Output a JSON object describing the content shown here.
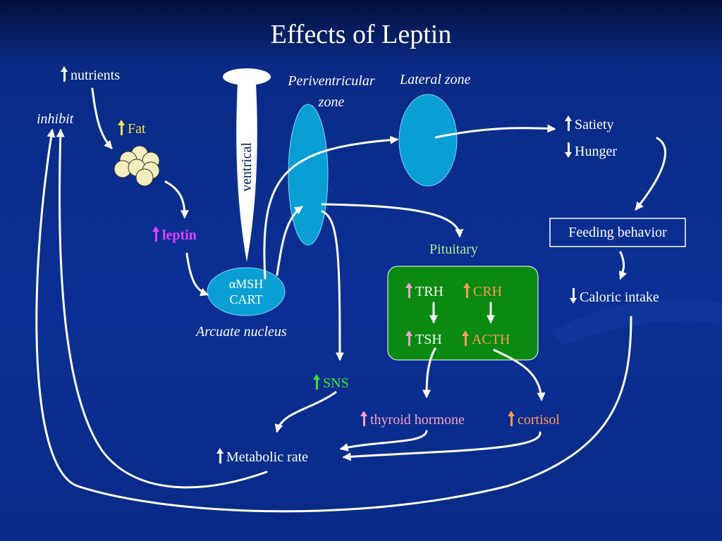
{
  "title": "Effects of Leptin",
  "labels": {
    "nutrients": "nutrients",
    "inhibit": "inhibit",
    "fat": "Fat",
    "leptin": "leptin",
    "ventrical": "ventrical",
    "periventricular_line1": "Periventricular",
    "periventricular_line2": "zone",
    "lateral_zone": "Lateral zone",
    "satiety": "Satiety",
    "hunger": "Hunger",
    "feeding_behavior": "Feeding behavior",
    "caloric_intake": "Caloric intake",
    "pituitary": "Pituitary",
    "trh": "TRH",
    "crh": "CRH",
    "tsh": "TSH",
    "acth": "ACTH",
    "amsh": "αMSH",
    "cart": "CART",
    "arcuate_nucleus": "Arcuate nucleus",
    "sns": "SNS",
    "thyroid_hormone": "thyroid hormone",
    "cortisol": "cortisol",
    "metabolic_rate": "Metabolic rate"
  },
  "colors": {
    "background": "#0b2f95",
    "zone_fill": "#0a9fd4",
    "pituitary_box": "#0a8a10",
    "arrow": "#ffffff",
    "fat_cell": "#f2efbe"
  }
}
